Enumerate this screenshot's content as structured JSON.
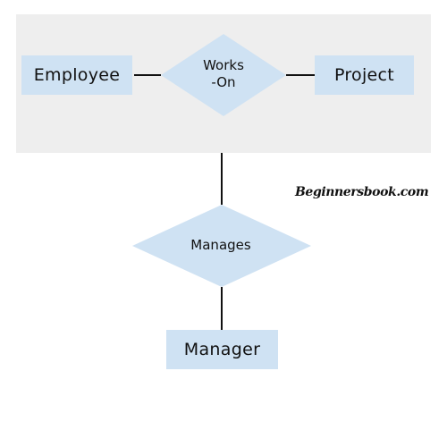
{
  "diagram": {
    "entities": {
      "employee": "Employee",
      "project": "Project",
      "manager": "Manager"
    },
    "relationships": {
      "works_on_line1": "Works",
      "works_on_line2": "-On",
      "manages": "Manages"
    },
    "watermark": "Beginnersbook.com"
  },
  "colors": {
    "entity_fill": "#cfe2f3",
    "aggregation_box": "#eeeeee",
    "line": "#111111"
  }
}
